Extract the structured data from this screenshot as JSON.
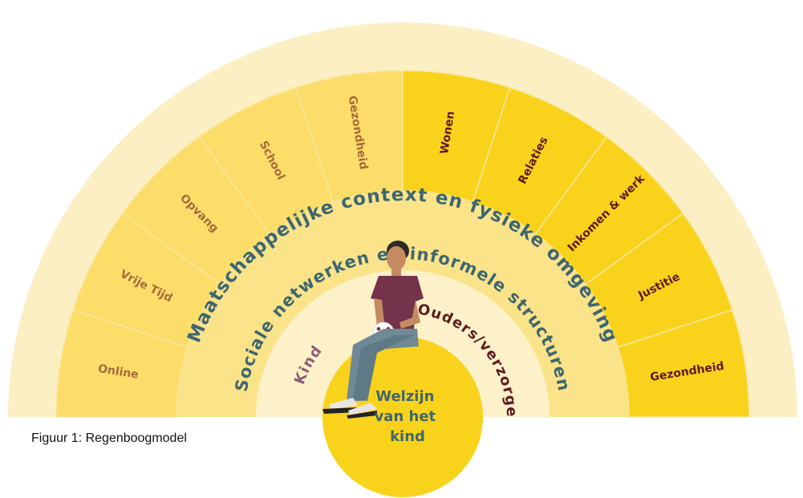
{
  "diagram": {
    "outer_title": "Maatschappelijke context en fysieke omgeving",
    "middle_title": "Sociale netwerken en informele structuren",
    "inner_left": "Kind",
    "inner_right": "Ouders/verzorgers",
    "center_lines": [
      "Welzijn",
      "van het",
      "kind"
    ],
    "left_segments": [
      "Online",
      "Vrije Tijd",
      "Opvang",
      "School",
      "Gezondheid"
    ],
    "right_segments": [
      "Wonen",
      "Relaties",
      "Inkomen & werk",
      "Justitie",
      "Gezondheid"
    ]
  },
  "caption": "Figuur 1: Regenboogmodel",
  "colors": {
    "outer_band": "#fcefc3",
    "left_segment": "#fcdd6a",
    "right_segment": "#f9d21b",
    "middle_band": "#fbe38a",
    "inner_band": "#fdf1c9",
    "center_circle": "#f9d21b",
    "title_text": "#3e6670",
    "left_text": "#a66a3c",
    "right_text": "#5c1b1e",
    "kind_text": "#8e5c78"
  }
}
